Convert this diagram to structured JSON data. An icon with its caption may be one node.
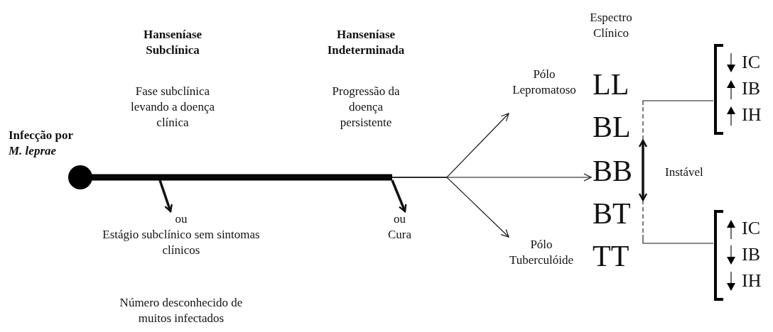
{
  "diagram": {
    "nodes": [
      {
        "text": [],
        "shape": "circle",
        "beside": [
          "Infecção por *M. leprae*"
        ]
      },
      {
        "text": [
          "ou",
          "Estágio subclínico sem sintomas  clínicos"
        ]
      },
      {
        "text": [
          "ou",
          "Cura"
        ]
      },
      {
        "text": [
          "Pólo Lepromatoso"
        ]
      },
      {
        "text": [
          "LL"
        ]
      },
      {
        "text": [
          "BL"
        ]
      },
      {
        "text": [
          "BB"
        ]
      },
      {
        "text": [
          "BT"
        ]
      },
      {
        "text": [
          "TT"
        ]
      },
      {
        "text": [
          "Pólo Tuberculóide"
        ]
      },
      {
        "text": [],
        "shape": "bracket"
      },
      {
        "text": [
          "IC"
        ],
        "in": 10
      },
      {
        "text": [
          "IB"
        ],
        "in": 10
      },
      {
        "text": [
          "IH"
        ],
        "in": 10
      },
      {
        "text": [],
        "shape": "bracket"
      },
      {
        "text": [
          "IC"
        ],
        "in": 14
      },
      {
        "text": [
          "IB"
        ],
        "in": 14
      },
      {
        "text": [
          "IH"
        ],
        "in": 14
      }
    ],
    "edges": [
      {
        "from": null,
        "to": 1,
        "arrow": "to",
        "style": "thick"
      },
      {
        "from": null,
        "to": 2,
        "arrow": "to",
        "style": "thick"
      },
      {
        "from": 0,
        "to": 3,
        "arrow": "to"
      },
      {
        "from": 0,
        "to": 6,
        "arrow": "to"
      },
      {
        "from": 0,
        "to": 9,
        "arrow": "to"
      },
      {
        "from": 5,
        "to": 7,
        "arrow": "both",
        "label": "Instável",
        "style": "thick"
      },
      {
        "from": 5,
        "to": 10,
        "arrow": "none",
        "style": "dashed"
      },
      {
        "from": 7,
        "to": 14,
        "arrow": "none",
        "style": "dashed"
      }
    ],
    "labels": [
      "Hanseníase Subclínica",
      "Hanseníase Indeterminada",
      "Espectro Clínico",
      "Fase subclínica levando a doença clínica",
      "Progressão da doença persistente",
      "Número desconhecido de muitos infectados"
    ]
  }
}
